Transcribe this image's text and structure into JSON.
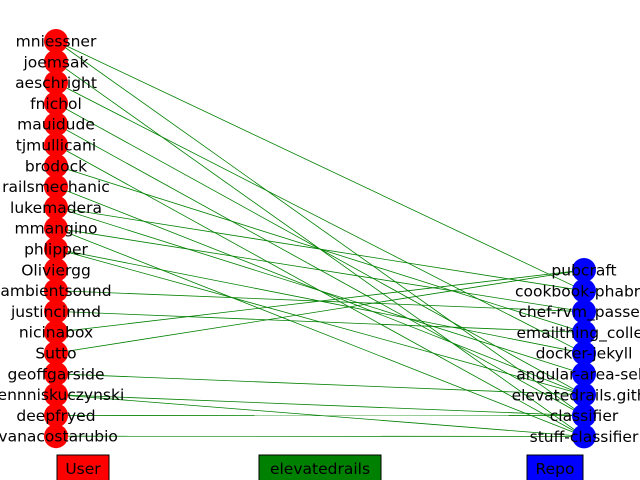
{
  "colors": {
    "user": "#ff0000",
    "repo": "#0000ff",
    "edge": "#008000"
  },
  "users": [
    "mniessner",
    "joemsak",
    "aeschright",
    "fnichol",
    "mauidude",
    "tjmullicani",
    "brodock",
    "railsmechanic",
    "lukemadera",
    "mmangino",
    "phlipper",
    "Oliviergg",
    "ambientsound",
    "justincinmd",
    "nicinabox",
    "Sutto",
    "geoffgarside",
    "dennniskuczynski",
    "deepfryed",
    "ivanacostarubio"
  ],
  "repos": [
    "pubcraft",
    "cookbook-phabric",
    "chef-rvm_passen",
    "emailthing_collec",
    "docker-jekyll",
    "angular-area-sele",
    "elevatedrails.githu",
    "classifier",
    "stuff-classifier"
  ],
  "edges": [
    [
      0,
      1
    ],
    [
      0,
      7
    ],
    [
      1,
      8
    ],
    [
      2,
      4
    ],
    [
      3,
      6
    ],
    [
      4,
      7
    ],
    [
      5,
      8
    ],
    [
      6,
      3
    ],
    [
      7,
      6
    ],
    [
      8,
      1
    ],
    [
      8,
      5
    ],
    [
      9,
      2
    ],
    [
      9,
      8
    ],
    [
      10,
      4
    ],
    [
      10,
      6
    ],
    [
      12,
      2
    ],
    [
      13,
      3
    ],
    [
      14,
      0
    ],
    [
      15,
      0
    ],
    [
      16,
      6
    ],
    [
      17,
      7
    ],
    [
      17,
      8
    ],
    [
      18,
      7
    ],
    [
      19,
      8
    ]
  ],
  "legend": {
    "user": "User",
    "org": "elevatedrails",
    "repo": "Repo"
  }
}
